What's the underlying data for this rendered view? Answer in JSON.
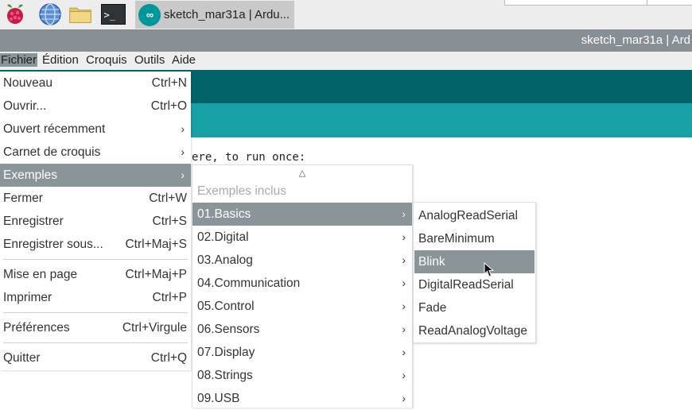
{
  "taskbar": {
    "icons": [
      "raspberry-icon",
      "web-browser-icon",
      "folder-icon",
      "terminal-icon"
    ],
    "terminal_glyph": ">_",
    "task_logo": "∞",
    "task_label": "sketch_mar31a | Ardu..."
  },
  "window": {
    "title": "sketch_mar31a | Ard"
  },
  "menubar": [
    "Fichier",
    "Édition",
    "Croquis",
    "Outils",
    "Aide"
  ],
  "editor": {
    "code_fragment": "ere, to run once:"
  },
  "file_menu": {
    "items": [
      {
        "label": "Nouveau",
        "shortcut": "Ctrl+N"
      },
      {
        "label": "Ouvrir...",
        "shortcut": "Ctrl+O"
      },
      {
        "label": "Ouvert récemment",
        "submenu": "›"
      },
      {
        "label": "Carnet de croquis",
        "submenu": "›"
      },
      {
        "label": "Exemples",
        "submenu": "›",
        "selected": true
      },
      {
        "label": "Fermer",
        "shortcut": "Ctrl+W"
      },
      {
        "label": "Enregistrer",
        "shortcut": "Ctrl+S"
      },
      {
        "label": "Enregistrer sous...",
        "shortcut": "Ctrl+Maj+S"
      },
      {
        "label": "Mise en page",
        "shortcut": "Ctrl+Maj+P"
      },
      {
        "label": "Imprimer",
        "shortcut": "Ctrl+P"
      },
      {
        "label": "Préférences",
        "shortcut": "Ctrl+Virgule"
      },
      {
        "label": "Quitter",
        "shortcut": "Ctrl+Q"
      }
    ]
  },
  "examples_menu": {
    "scroll_up": "△",
    "header": "Exemples inclus",
    "items": [
      {
        "label": "01.Basics",
        "submenu": "›",
        "selected": true
      },
      {
        "label": "02.Digital",
        "submenu": "›"
      },
      {
        "label": "03.Analog",
        "submenu": "›"
      },
      {
        "label": "04.Communication",
        "submenu": "›"
      },
      {
        "label": "05.Control",
        "submenu": "›"
      },
      {
        "label": "06.Sensors",
        "submenu": "›"
      },
      {
        "label": "07.Display",
        "submenu": "›"
      },
      {
        "label": "08.Strings",
        "submenu": "›"
      },
      {
        "label": "09.USB",
        "submenu": "›"
      }
    ]
  },
  "basics_menu": {
    "items": [
      {
        "label": "AnalogReadSerial"
      },
      {
        "label": "BareMinimum"
      },
      {
        "label": "Blink",
        "selected": true
      },
      {
        "label": "DigitalReadSerial"
      },
      {
        "label": "Fade"
      },
      {
        "label": "ReadAnalogVoltage"
      }
    ]
  },
  "colors": {
    "toolbar": "#006468",
    "tabs": "#17a1a5",
    "selection": "#8a959a",
    "titlebar": "#878f95"
  }
}
